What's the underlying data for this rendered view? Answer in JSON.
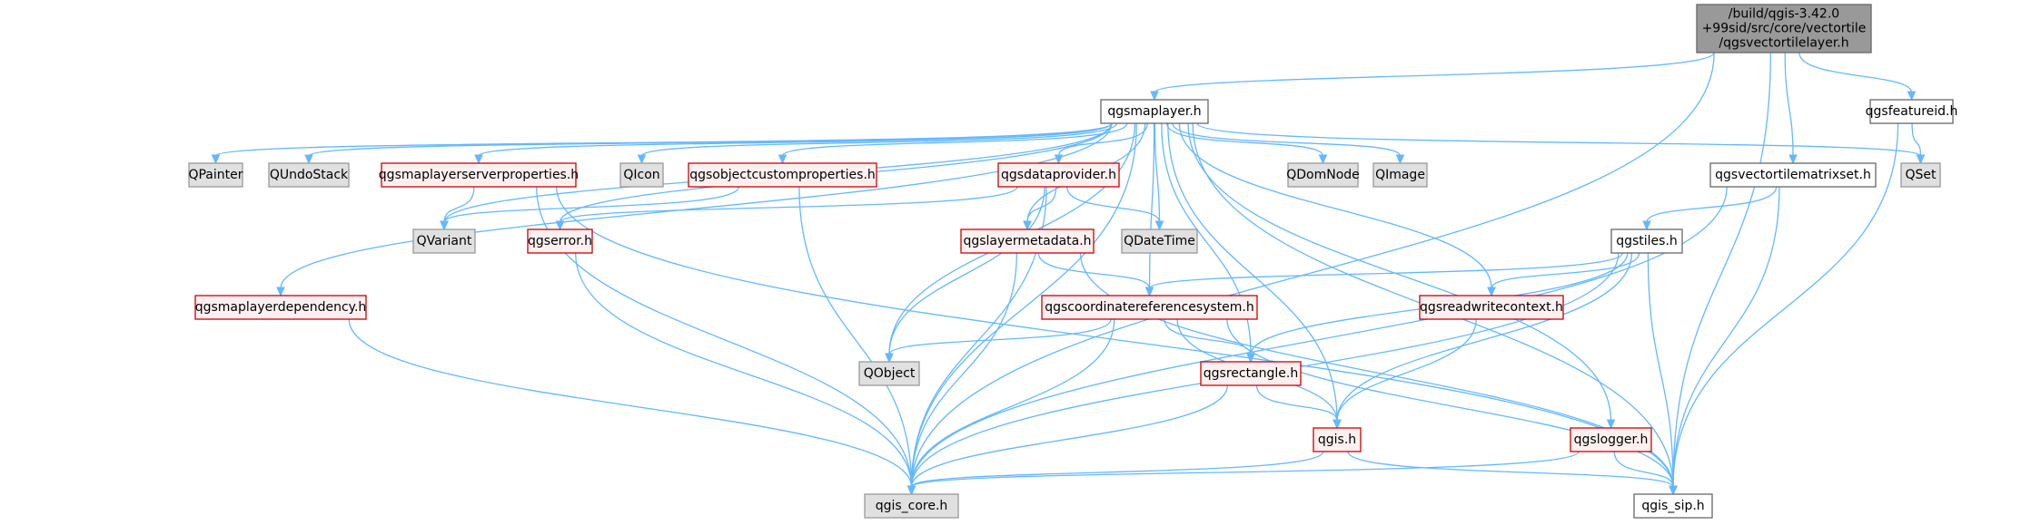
{
  "diagram": {
    "type": "include-dependency-graph",
    "colors": {
      "edge": "#63b8ff",
      "root_fill": "#999999",
      "node_border": "#666666",
      "red_border": "#cc0000",
      "gray_fill": "#e0e0e0"
    },
    "nodes": [
      {
        "id": "root",
        "style": "root",
        "lines": [
          "/build/qgis-3.42.0",
          "+99sid/src/core/vectortile",
          "/qgsvectortilelayer.h"
        ]
      },
      {
        "id": "qgsmaplayer",
        "style": "normal",
        "lines": [
          "qgsmaplayer.h"
        ]
      },
      {
        "id": "qgsfeatureid",
        "style": "normal",
        "lines": [
          "qgsfeatureid.h"
        ]
      },
      {
        "id": "qgsvectortilematrixset",
        "style": "normal",
        "lines": [
          "qgsvectortilematrixset.h"
        ]
      },
      {
        "id": "QPainter",
        "style": "gray",
        "lines": [
          "QPainter"
        ]
      },
      {
        "id": "QUndoStack",
        "style": "gray",
        "lines": [
          "QUndoStack"
        ]
      },
      {
        "id": "qgsmaplayerserverproperties",
        "style": "red",
        "lines": [
          "qgsmaplayerserverproperties.h"
        ]
      },
      {
        "id": "QIcon",
        "style": "gray",
        "lines": [
          "QIcon"
        ]
      },
      {
        "id": "qgsobjectcustomproperties",
        "style": "red",
        "lines": [
          "qgsobjectcustomproperties.h"
        ]
      },
      {
        "id": "qgsdataprovider",
        "style": "red",
        "lines": [
          "qgsdataprovider.h"
        ]
      },
      {
        "id": "QDomNode",
        "style": "gray",
        "lines": [
          "QDomNode"
        ]
      },
      {
        "id": "QImage",
        "style": "gray",
        "lines": [
          "QImage"
        ]
      },
      {
        "id": "QSet",
        "style": "gray",
        "lines": [
          "QSet"
        ]
      },
      {
        "id": "QVariant",
        "style": "gray",
        "lines": [
          "QVariant"
        ]
      },
      {
        "id": "qgserror",
        "style": "red",
        "lines": [
          "qgserror.h"
        ]
      },
      {
        "id": "qgslayermetadata",
        "style": "red",
        "lines": [
          "qgslayermetadata.h"
        ]
      },
      {
        "id": "QDateTime",
        "style": "gray",
        "lines": [
          "QDateTime"
        ]
      },
      {
        "id": "qgstiles",
        "style": "normal",
        "lines": [
          "qgstiles.h"
        ]
      },
      {
        "id": "qgsmaplayerdependency",
        "style": "red",
        "lines": [
          "qgsmaplayerdependency.h"
        ]
      },
      {
        "id": "qgscoordinatereferencesystem",
        "style": "red",
        "lines": [
          "qgscoordinatereferencesystem.h"
        ]
      },
      {
        "id": "qgsreadwritecontext",
        "style": "red",
        "lines": [
          "qgsreadwritecontext.h"
        ]
      },
      {
        "id": "QObject",
        "style": "gray",
        "lines": [
          "QObject"
        ]
      },
      {
        "id": "qgsrectangle",
        "style": "red",
        "lines": [
          "qgsrectangle.h"
        ]
      },
      {
        "id": "qgis",
        "style": "red",
        "lines": [
          "qgis.h"
        ]
      },
      {
        "id": "qgslogger",
        "style": "red",
        "lines": [
          "qgslogger.h"
        ]
      },
      {
        "id": "qgis_core",
        "style": "gray",
        "lines": [
          "qgis_core.h"
        ]
      },
      {
        "id": "qgis_sip",
        "style": "normal",
        "lines": [
          "qgis_sip.h"
        ]
      }
    ],
    "edges": [
      [
        "root",
        "qgis_core"
      ],
      [
        "root",
        "qgsmaplayer"
      ],
      [
        "root",
        "qgsvectortilematrixset"
      ],
      [
        "root",
        "qgsfeatureid"
      ],
      [
        "root",
        "qgis_sip"
      ],
      [
        "qgsmaplayer",
        "QPainter"
      ],
      [
        "qgsmaplayer",
        "QUndoStack"
      ],
      [
        "qgsmaplayer",
        "qgsmaplayerserverproperties"
      ],
      [
        "qgsmaplayer",
        "QIcon"
      ],
      [
        "qgsmaplayer",
        "qgsobjectcustomproperties"
      ],
      [
        "qgsmaplayer",
        "qgsdataprovider"
      ],
      [
        "qgsmaplayer",
        "QDomNode"
      ],
      [
        "qgsmaplayer",
        "QImage"
      ],
      [
        "qgsmaplayer",
        "QSet"
      ],
      [
        "qgsmaplayer",
        "QVariant"
      ],
      [
        "qgsmaplayer",
        "qgserror"
      ],
      [
        "qgsmaplayer",
        "qgsmaplayerdependency"
      ],
      [
        "qgsmaplayer",
        "qgslayermetadata"
      ],
      [
        "qgsmaplayer",
        "QDateTime"
      ],
      [
        "qgsmaplayer",
        "QObject"
      ],
      [
        "qgsmaplayer",
        "qgscoordinatereferencesystem"
      ],
      [
        "qgsmaplayer",
        "qgsrectangle"
      ],
      [
        "qgsmaplayer",
        "qgis"
      ],
      [
        "qgsmaplayer",
        "qgsreadwritecontext"
      ],
      [
        "qgsmaplayer",
        "qgslogger"
      ],
      [
        "qgsmaplayer",
        "qgis_core"
      ],
      [
        "qgsmaplayer",
        "qgis_sip"
      ],
      [
        "qgsfeatureid",
        "QSet"
      ],
      [
        "qgsfeatureid",
        "qgis_sip"
      ],
      [
        "qgsvectortilematrixset",
        "qgstiles"
      ],
      [
        "qgsvectortilematrixset",
        "qgis_core"
      ],
      [
        "qgsvectortilematrixset",
        "qgis_sip"
      ],
      [
        "qgsmaplayerserverproperties",
        "QVariant"
      ],
      [
        "qgsmaplayerserverproperties",
        "qgis_core"
      ],
      [
        "qgsmaplayerserverproperties",
        "qgis_sip"
      ],
      [
        "qgsobjectcustomproperties",
        "QVariant"
      ],
      [
        "qgsobjectcustomproperties",
        "qgis_core"
      ],
      [
        "qgsdataprovider",
        "qgserror"
      ],
      [
        "qgsdataprovider",
        "qgslayermetadata"
      ],
      [
        "qgsdataprovider",
        "QDateTime"
      ],
      [
        "qgsdataprovider",
        "QObject"
      ],
      [
        "qgsdataprovider",
        "qgis_core"
      ],
      [
        "qgserror",
        "qgis_core"
      ],
      [
        "qgslayermetadata",
        "qgscoordinatereferencesystem"
      ],
      [
        "qgslayermetadata",
        "qgis_core"
      ],
      [
        "qgslayermetadata",
        "qgis_sip"
      ],
      [
        "qgstiles",
        "qgscoordinatereferencesystem"
      ],
      [
        "qgstiles",
        "qgsreadwritecontext"
      ],
      [
        "qgstiles",
        "qgsrectangle"
      ],
      [
        "qgstiles",
        "qgis"
      ],
      [
        "qgstiles",
        "qgis_core"
      ],
      [
        "qgstiles",
        "qgis_sip"
      ],
      [
        "qgsmaplayerdependency",
        "qgis_core"
      ],
      [
        "qgscoordinatereferencesystem",
        "QObject"
      ],
      [
        "qgscoordinatereferencesystem",
        "qgsrectangle"
      ],
      [
        "qgscoordinatereferencesystem",
        "qgis"
      ],
      [
        "qgscoordinatereferencesystem",
        "qgis_core"
      ],
      [
        "qgscoordinatereferencesystem",
        "qgis_sip"
      ],
      [
        "qgsreadwritecontext",
        "qgis"
      ],
      [
        "qgsrectangle",
        "qgis"
      ],
      [
        "qgsrectangle",
        "qgis_core"
      ],
      [
        "qgis",
        "qgis_core"
      ],
      [
        "qgis",
        "qgis_sip"
      ],
      [
        "qgslogger",
        "qgis_core"
      ],
      [
        "qgslogger",
        "qgis_sip"
      ]
    ]
  }
}
